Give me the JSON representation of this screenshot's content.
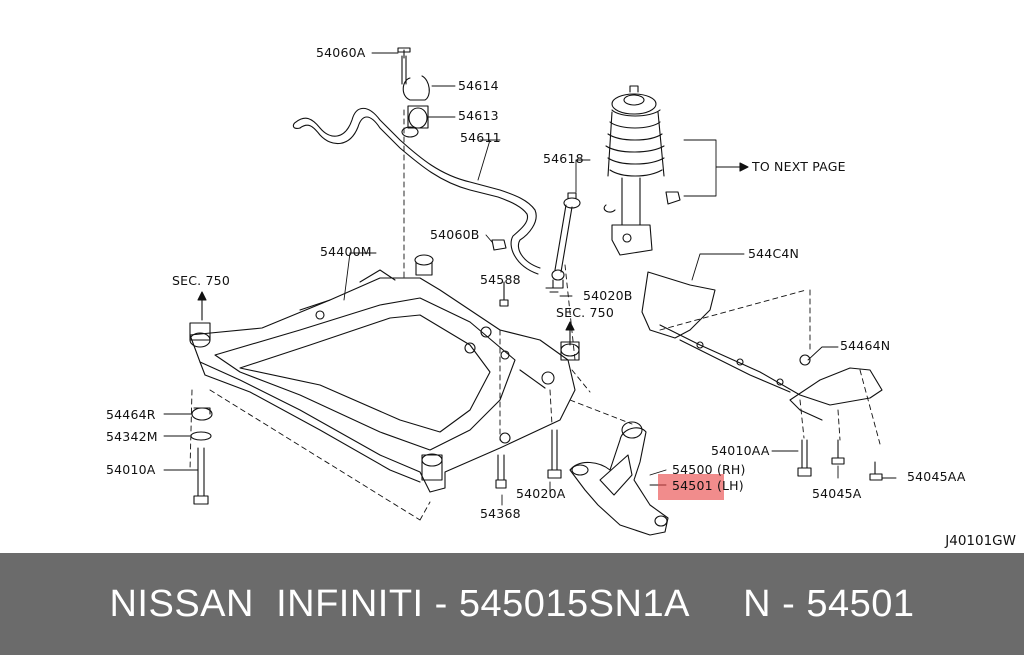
{
  "diagram": {
    "labels": [
      {
        "id": "l54060A",
        "text": "54060A"
      },
      {
        "id": "l54614",
        "text": "54614"
      },
      {
        "id": "l54613",
        "text": "54613"
      },
      {
        "id": "l54611",
        "text": "54611"
      },
      {
        "id": "l54618",
        "text": "54618"
      },
      {
        "id": "lNext",
        "text": "TO NEXT PAGE"
      },
      {
        "id": "l54060B",
        "text": "54060B"
      },
      {
        "id": "l54400M",
        "text": "54400M"
      },
      {
        "id": "l54588",
        "text": "54588"
      },
      {
        "id": "l54020B",
        "text": "54020B"
      },
      {
        "id": "lSec1",
        "text": "SEC. 750"
      },
      {
        "id": "lSec2",
        "text": "SEC. 750"
      },
      {
        "id": "l544C4N",
        "text": "544C4N"
      },
      {
        "id": "l54464N",
        "text": "54464N"
      },
      {
        "id": "l54464R",
        "text": "54464R"
      },
      {
        "id": "l54342M",
        "text": "54342M"
      },
      {
        "id": "l54010A",
        "text": "54010A"
      },
      {
        "id": "l54010AA",
        "text": "54010AA"
      },
      {
        "id": "l54500",
        "text": "54500 (RH)"
      },
      {
        "id": "l54501",
        "text": "54501 (LH)"
      },
      {
        "id": "l54045A",
        "text": "54045A"
      },
      {
        "id": "l54045AA",
        "text": "54045AA"
      },
      {
        "id": "l54020A",
        "text": "54020A"
      },
      {
        "id": "l54368",
        "text": "54368"
      }
    ],
    "page_code": "J40101GW",
    "highlight_color": "#e84646"
  },
  "footer": {
    "text": "NISSAN  INFINITI - 545015SN1A     N - 54501",
    "background": "#6b6b6b",
    "color": "#ffffff"
  }
}
